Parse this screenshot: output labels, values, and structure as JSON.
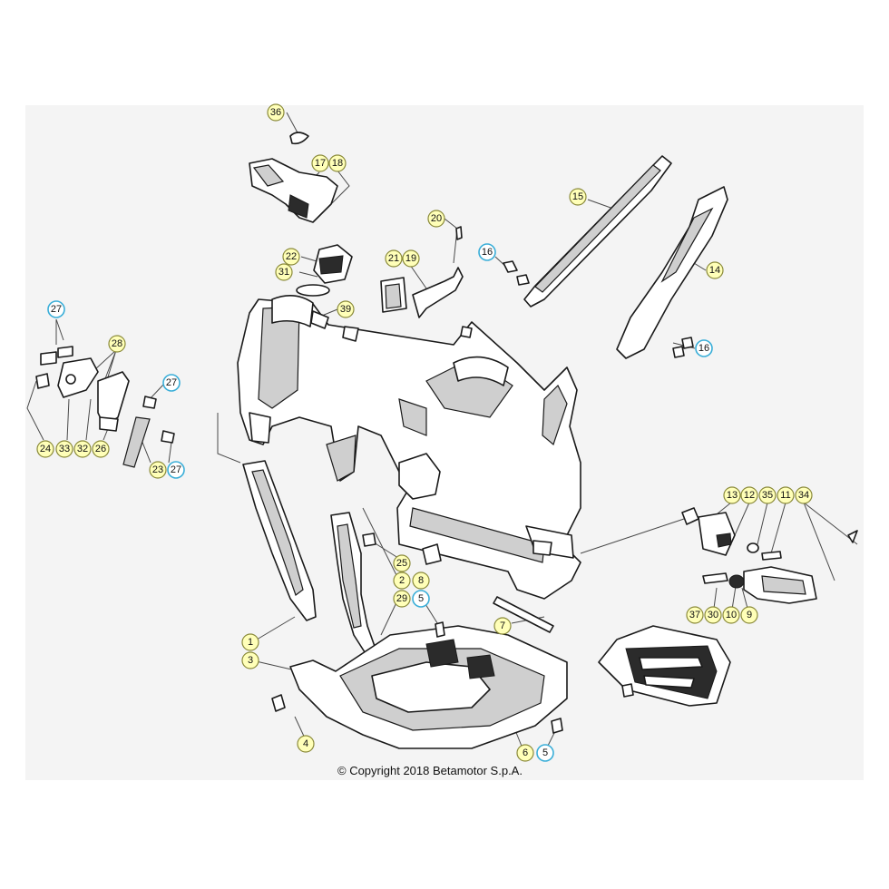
{
  "copyright": "© Copyright 2018 Betamotor S.p.A.",
  "colors": {
    "panel": "#f4f4f4",
    "callout_yellow": "#ffffb8",
    "callout_blue_border": "#3aaed8"
  },
  "callouts": [
    {
      "id": "c36",
      "label": "36",
      "style": "yellow"
    },
    {
      "id": "c17",
      "label": "17",
      "style": "yellow"
    },
    {
      "id": "c18",
      "label": "18",
      "style": "yellow"
    },
    {
      "id": "c22",
      "label": "22",
      "style": "yellow"
    },
    {
      "id": "c31",
      "label": "31",
      "style": "yellow"
    },
    {
      "id": "c39",
      "label": "39",
      "style": "yellow"
    },
    {
      "id": "c20",
      "label": "20",
      "style": "yellow"
    },
    {
      "id": "c21",
      "label": "21",
      "style": "yellow"
    },
    {
      "id": "c19",
      "label": "19",
      "style": "yellow"
    },
    {
      "id": "c16a",
      "label": "16",
      "style": "blue"
    },
    {
      "id": "c15",
      "label": "15",
      "style": "yellow"
    },
    {
      "id": "c14",
      "label": "14",
      "style": "yellow"
    },
    {
      "id": "c16b",
      "label": "16",
      "style": "blue"
    },
    {
      "id": "c27a",
      "label": "27",
      "style": "blue"
    },
    {
      "id": "c28",
      "label": "28",
      "style": "yellow"
    },
    {
      "id": "c27b",
      "label": "27",
      "style": "blue"
    },
    {
      "id": "c24",
      "label": "24",
      "style": "yellow"
    },
    {
      "id": "c33",
      "label": "33",
      "style": "yellow"
    },
    {
      "id": "c32",
      "label": "32",
      "style": "yellow"
    },
    {
      "id": "c26",
      "label": "26",
      "style": "yellow"
    },
    {
      "id": "c23",
      "label": "23",
      "style": "yellow"
    },
    {
      "id": "c27c",
      "label": "27",
      "style": "blue"
    },
    {
      "id": "c13",
      "label": "13",
      "style": "yellow"
    },
    {
      "id": "c12",
      "label": "12",
      "style": "yellow"
    },
    {
      "id": "c35",
      "label": "35",
      "style": "yellow"
    },
    {
      "id": "c11",
      "label": "11",
      "style": "yellow"
    },
    {
      "id": "c34",
      "label": "34",
      "style": "yellow"
    },
    {
      "id": "c25",
      "label": "25",
      "style": "yellow"
    },
    {
      "id": "c2",
      "label": "2",
      "style": "yellow"
    },
    {
      "id": "c8",
      "label": "8",
      "style": "yellow"
    },
    {
      "id": "c29",
      "label": "29",
      "style": "yellow"
    },
    {
      "id": "c5a",
      "label": "5",
      "style": "blue"
    },
    {
      "id": "c7",
      "label": "7",
      "style": "yellow"
    },
    {
      "id": "c37",
      "label": "37",
      "style": "yellow"
    },
    {
      "id": "c30",
      "label": "30",
      "style": "yellow"
    },
    {
      "id": "c10",
      "label": "10",
      "style": "yellow"
    },
    {
      "id": "c9",
      "label": "9",
      "style": "yellow"
    },
    {
      "id": "c1",
      "label": "1",
      "style": "yellow"
    },
    {
      "id": "c3",
      "label": "3",
      "style": "yellow"
    },
    {
      "id": "c4",
      "label": "4",
      "style": "yellow"
    },
    {
      "id": "c6",
      "label": "6",
      "style": "yellow"
    },
    {
      "id": "c5b",
      "label": "5",
      "style": "blue"
    }
  ]
}
